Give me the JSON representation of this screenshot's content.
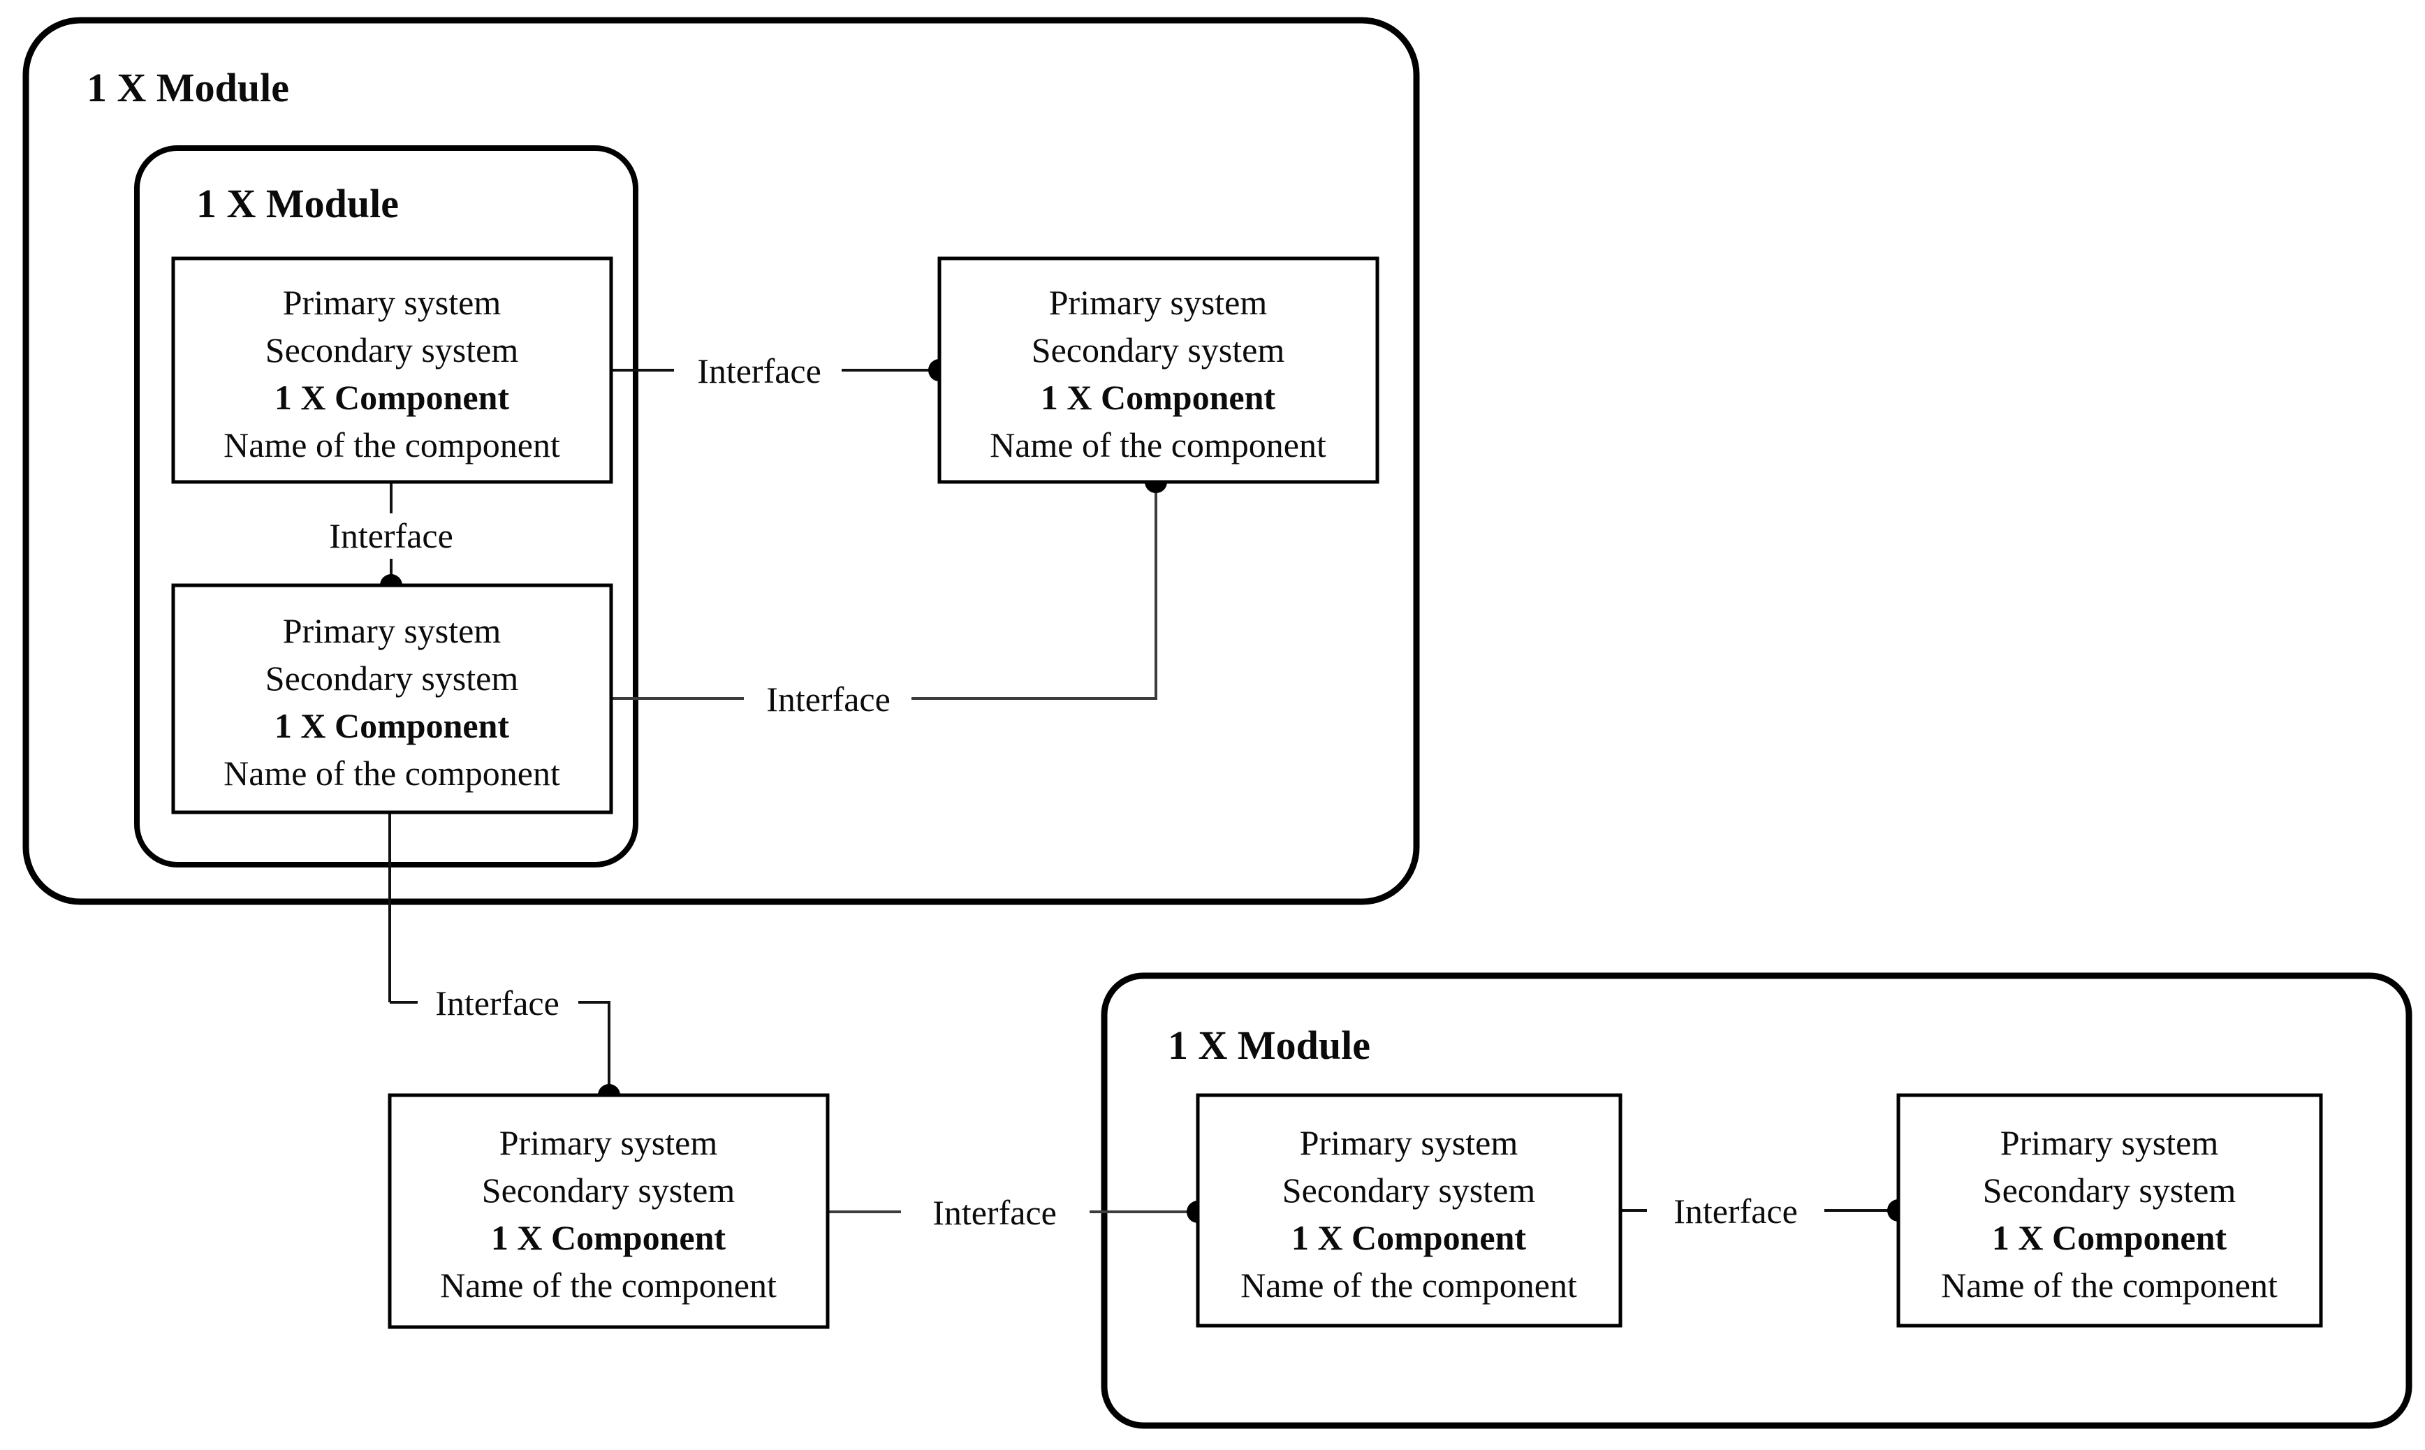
{
  "diagram": {
    "title_text": "1 X Module",
    "interface_label": "Interface",
    "component_lines": {
      "primary": "Primary system",
      "secondary": "Secondary system",
      "component": "1 X Component",
      "name": "Name of the component"
    },
    "colors": {
      "stroke": "#000000",
      "link": "#3c3c3c",
      "background": "#ffffff",
      "text": "#0b0b0b"
    }
  },
  "modules": [
    {
      "id": "outer-module",
      "label": "1 X Module"
    },
    {
      "id": "inner-module",
      "label": "1 X Module"
    },
    {
      "id": "bottom-module",
      "label": "1 X Module"
    }
  ],
  "components": [
    {
      "id": "component-1",
      "primary": "Primary system",
      "secondary": "Secondary system",
      "component": "1 X Component",
      "name": "Name of the component"
    },
    {
      "id": "component-2",
      "primary": "Primary system",
      "secondary": "Secondary system",
      "component": "1 X Component",
      "name": "Name of the component"
    },
    {
      "id": "component-3",
      "primary": "Primary system",
      "secondary": "Secondary system",
      "component": "1 X Component",
      "name": "Name of the component"
    },
    {
      "id": "component-4",
      "primary": "Primary system",
      "secondary": "Secondary system",
      "component": "1 X Component",
      "name": "Name of the component"
    },
    {
      "id": "component-5",
      "primary": "Primary system",
      "secondary": "Secondary system",
      "component": "1 X Component",
      "name": "Name of the component"
    },
    {
      "id": "component-6",
      "primary": "Primary system",
      "secondary": "Secondary system",
      "component": "1 X Component",
      "name": "Name of the component"
    }
  ],
  "interfaces": [
    {
      "id": "interface-1-3",
      "label": "Interface"
    },
    {
      "id": "interface-1-2",
      "label": "Interface"
    },
    {
      "id": "interface-2-3",
      "label": "Interface"
    },
    {
      "id": "interface-2-4",
      "label": "Interface"
    },
    {
      "id": "interface-4-5",
      "label": "Interface"
    },
    {
      "id": "interface-5-6",
      "label": "Interface"
    }
  ]
}
